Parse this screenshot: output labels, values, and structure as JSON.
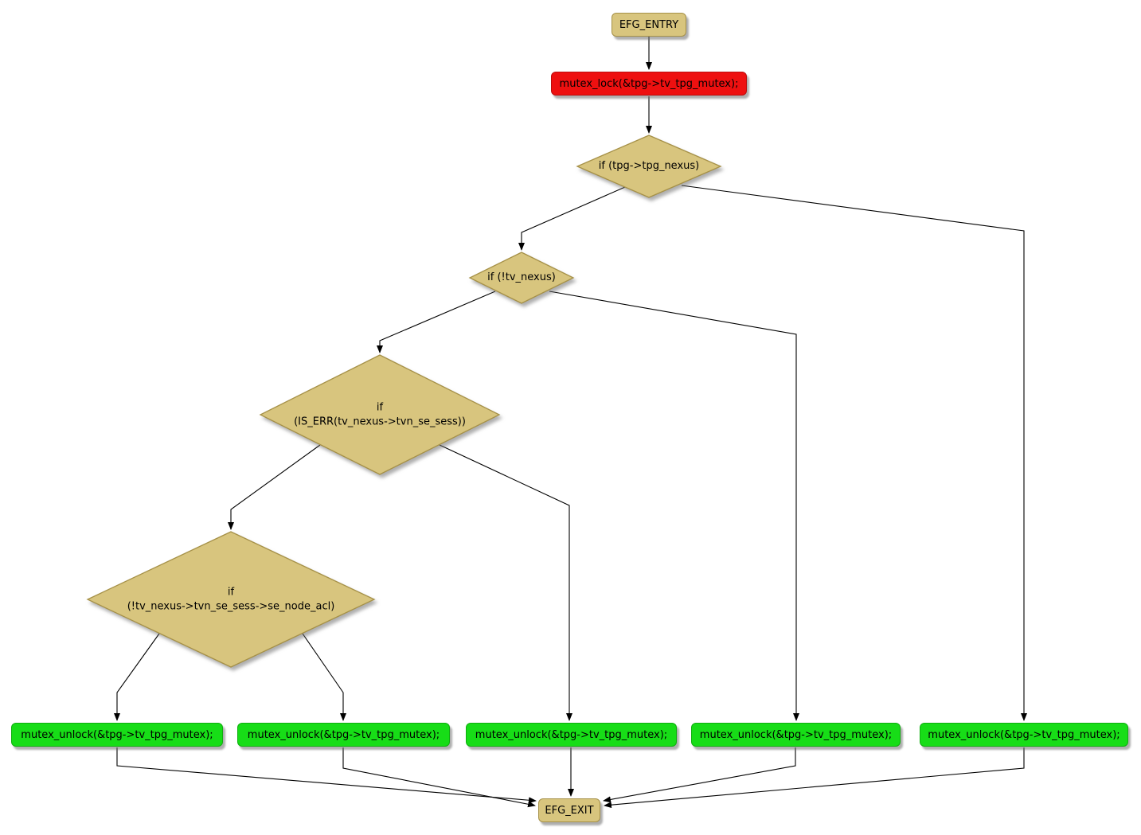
{
  "diagram_type": "control-flow-graph",
  "nodes": {
    "entry": {
      "label": "EFG_ENTRY"
    },
    "lock": {
      "label": "mutex_lock(&tpg->tv_tpg_mutex);"
    },
    "cond_tpg_nexus": {
      "label": "if (tpg->tpg_nexus)"
    },
    "cond_not_tv_nexus": {
      "label": "if (!tv_nexus)"
    },
    "cond_is_err": {
      "line1": "if",
      "line2": "(IS_ERR(tv_nexus->tvn_se_sess))"
    },
    "cond_no_node_acl": {
      "line1": "if",
      "line2": "(!tv_nexus->tvn_se_sess->se_node_acl)"
    },
    "unlocks": [
      {
        "label": "mutex_unlock(&tpg->tv_tpg_mutex);"
      },
      {
        "label": "mutex_unlock(&tpg->tv_tpg_mutex);"
      },
      {
        "label": "mutex_unlock(&tpg->tv_tpg_mutex);"
      },
      {
        "label": "mutex_unlock(&tpg->tv_tpg_mutex);"
      },
      {
        "label": "mutex_unlock(&tpg->tv_tpg_mutex);"
      }
    ],
    "exit": {
      "label": "EFG_EXIT"
    }
  },
  "colors": {
    "node_fill": "#d8c57e",
    "node_border": "#a69148",
    "red_fill": "#ee1010",
    "red_border": "#bb0d0d",
    "green_fill": "#17dd17",
    "green_border": "#0fae0f",
    "edge": "#000000",
    "background": "#ffffff"
  }
}
